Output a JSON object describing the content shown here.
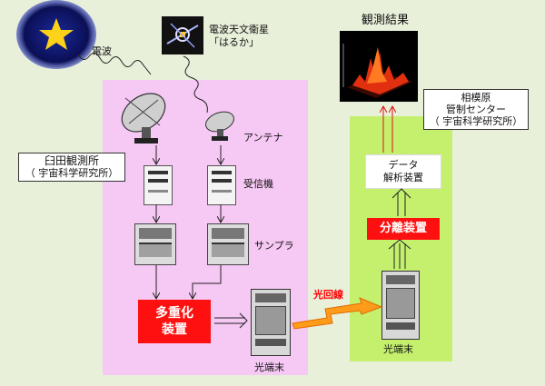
{
  "labels": {
    "denpa": "電波",
    "satellite_line1": "電波天文衛星",
    "satellite_line2": "「はるか」",
    "antenna": "アンテナ",
    "receiver": "受信機",
    "sampler": "サンプラ",
    "optical_link": "光回線",
    "optical_terminal_left": "光端末",
    "optical_terminal_right": "光端末",
    "result": "観測結果"
  },
  "usuda": {
    "line1": "臼田観測所",
    "line2": "（ 宇宙科学研究所）"
  },
  "sagamihara": {
    "line1": "相模原",
    "line2": "管制センター",
    "line3": "（ 宇宙科学研究所）"
  },
  "multiplexer": {
    "line1": "多重化",
    "line2": "装置"
  },
  "separator": {
    "label": "分離装置"
  },
  "analysis": {
    "line1": "データ",
    "line2": "解析装置"
  },
  "colors": {
    "pink_region": "#f6c8f4",
    "green_region": "#c4f06e",
    "red_box": "#ff1010",
    "optical_arrow": "#ff9b1a",
    "background": "#e8f0da"
  },
  "icons": [
    "star-icon",
    "satellite-icon",
    "dish-antenna-icon",
    "receiver-icon",
    "sampler-icon",
    "rack-terminal-icon",
    "result-plot-icon"
  ]
}
